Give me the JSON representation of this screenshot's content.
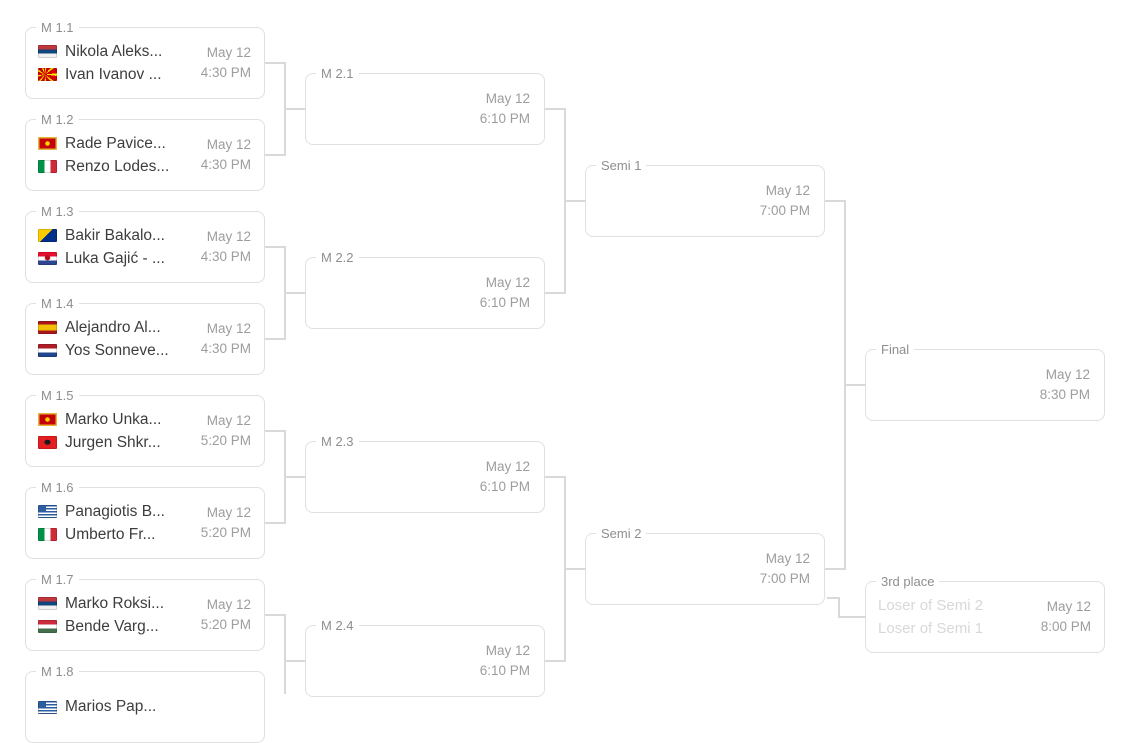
{
  "ui": {
    "card_border_color": "#e0e0e0",
    "connector_color": "#d9d9d9",
    "label_color": "#8e8e8e",
    "player_name_color": "#3d3d3d",
    "datetime_color": "#9d9d9d",
    "placeholder_text_color": "#d8d8d8"
  },
  "r1": {
    "matches": [
      {
        "id": "M 1.1",
        "date": "May 12",
        "time": "4:30 PM",
        "players": [
          {
            "name": "Nikola Aleks...",
            "flag": "rs",
            "country": "Serbia"
          },
          {
            "name": "Ivan Ivanov ...",
            "flag": "mk",
            "country": "North Macedonia"
          }
        ]
      },
      {
        "id": "M 1.2",
        "date": "May 12",
        "time": "4:30 PM",
        "players": [
          {
            "name": "Rade Pavice...",
            "flag": "me",
            "country": "Montenegro"
          },
          {
            "name": "Renzo Lodes...",
            "flag": "it",
            "country": "Italy"
          }
        ]
      },
      {
        "id": "M 1.3",
        "date": "May 12",
        "time": "4:30 PM",
        "players": [
          {
            "name": "Bakir Bakalo...",
            "flag": "ba",
            "country": "Bosnia and Herzegovina"
          },
          {
            "name": "Luka Gajić - ...",
            "flag": "hr",
            "country": "Croatia"
          }
        ]
      },
      {
        "id": "M 1.4",
        "date": "May 12",
        "time": "4:30 PM",
        "players": [
          {
            "name": "Alejandro Al...",
            "flag": "es",
            "country": "Spain"
          },
          {
            "name": "Yos Sonneve...",
            "flag": "nl",
            "country": "Netherlands"
          }
        ]
      },
      {
        "id": "M 1.5",
        "date": "May 12",
        "time": "5:20 PM",
        "players": [
          {
            "name": "Marko Unka...",
            "flag": "me",
            "country": "Montenegro"
          },
          {
            "name": "Jurgen Shkr...",
            "flag": "al",
            "country": "Albania"
          }
        ]
      },
      {
        "id": "M 1.6",
        "date": "May 12",
        "time": "5:20 PM",
        "players": [
          {
            "name": "Panagiotis B...",
            "flag": "gr",
            "country": "Greece"
          },
          {
            "name": "Umberto Fr...",
            "flag": "it",
            "country": "Italy"
          }
        ]
      },
      {
        "id": "M 1.7",
        "date": "May 12",
        "time": "5:20 PM",
        "players": [
          {
            "name": "Marko Roksi...",
            "flag": "rs",
            "country": "Serbia"
          },
          {
            "name": "Bende Varg...",
            "flag": "hu",
            "country": "Hungary"
          }
        ]
      },
      {
        "id": "M 1.8",
        "players": [
          {
            "name": "Marios Pap...",
            "flag": "gr",
            "country": "Greece"
          }
        ]
      }
    ]
  },
  "r2": {
    "matches": [
      {
        "id": "M 2.1",
        "date": "May 12",
        "time": "6:10 PM"
      },
      {
        "id": "M 2.2",
        "date": "May 12",
        "time": "6:10 PM"
      },
      {
        "id": "M 2.3",
        "date": "May 12",
        "time": "6:10 PM"
      },
      {
        "id": "M 2.4",
        "date": "May 12",
        "time": "6:10 PM"
      }
    ]
  },
  "semis": [
    {
      "id": "Semi 1",
      "date": "May 12",
      "time": "7:00 PM"
    },
    {
      "id": "Semi 2",
      "date": "May 12",
      "time": "7:00 PM"
    }
  ],
  "final": {
    "id": "Final",
    "date": "May 12",
    "time": "8:30 PM"
  },
  "third": {
    "id": "3rd place",
    "slot1": "Loser of Semi 2",
    "slot2": "Loser of Semi 1",
    "date": "May 12",
    "time": "8:00 PM"
  }
}
